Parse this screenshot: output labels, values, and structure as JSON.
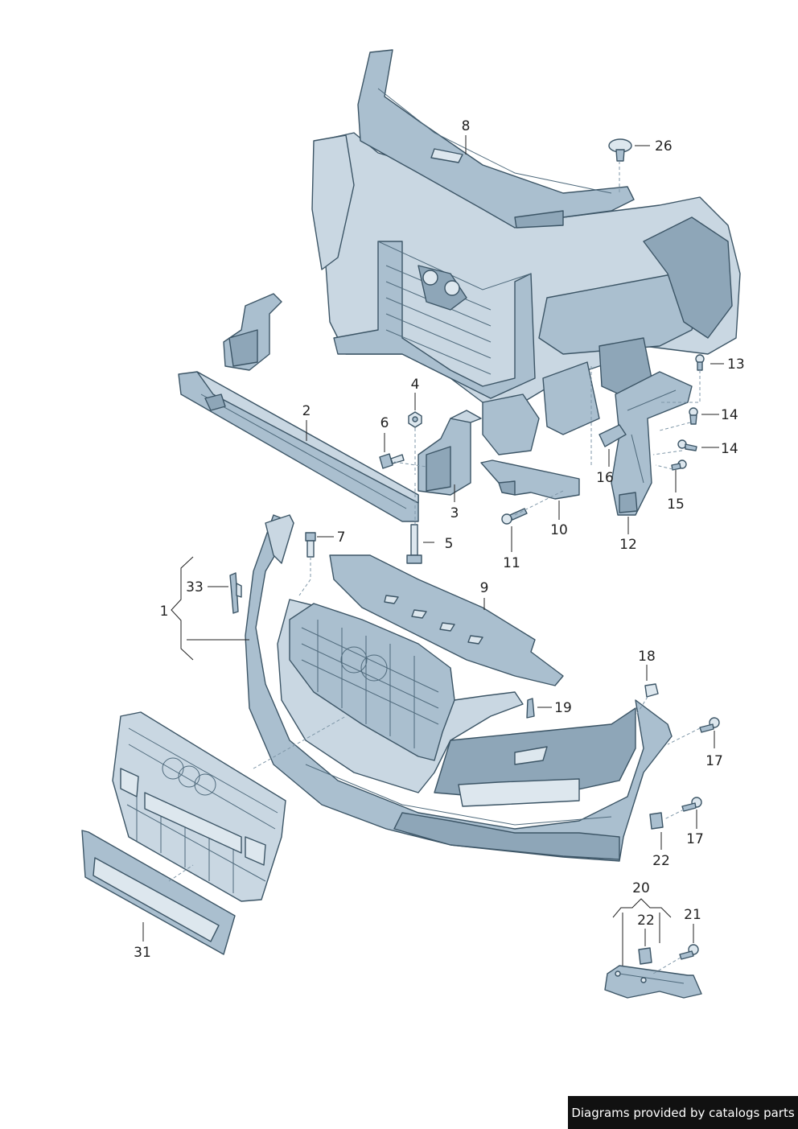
{
  "diagram": {
    "callouts": [
      {
        "id": "c8",
        "label": "8"
      },
      {
        "id": "c26",
        "label": "26"
      },
      {
        "id": "c13",
        "label": "13"
      },
      {
        "id": "c14a",
        "label": "14"
      },
      {
        "id": "c14b",
        "label": "14"
      },
      {
        "id": "c2",
        "label": "2"
      },
      {
        "id": "c4",
        "label": "4"
      },
      {
        "id": "c6",
        "label": "6"
      },
      {
        "id": "c16",
        "label": "16"
      },
      {
        "id": "c15",
        "label": "15"
      },
      {
        "id": "c3",
        "label": "3"
      },
      {
        "id": "c10",
        "label": "10"
      },
      {
        "id": "c12",
        "label": "12"
      },
      {
        "id": "c7",
        "label": "7"
      },
      {
        "id": "c5",
        "label": "5"
      },
      {
        "id": "c11",
        "label": "11"
      },
      {
        "id": "c33",
        "label": "33"
      },
      {
        "id": "c1",
        "label": "1"
      },
      {
        "id": "c9",
        "label": "9"
      },
      {
        "id": "c18",
        "label": "18"
      },
      {
        "id": "c19",
        "label": "19"
      },
      {
        "id": "c17a",
        "label": "17"
      },
      {
        "id": "c17b",
        "label": "17"
      },
      {
        "id": "c22a",
        "label": "22"
      },
      {
        "id": "c20",
        "label": "20"
      },
      {
        "id": "c21",
        "label": "21"
      },
      {
        "id": "c22b",
        "label": "22"
      },
      {
        "id": "c31",
        "label": "31"
      }
    ]
  },
  "footer": {
    "credit": "Diagrams provided by catalogs parts"
  },
  "colors": {
    "part_light": "#c9d7e2",
    "part_mid": "#aabfcf",
    "part_dark": "#8ea6b8",
    "outline": "#3c5566",
    "credit_bg": "#111111"
  }
}
